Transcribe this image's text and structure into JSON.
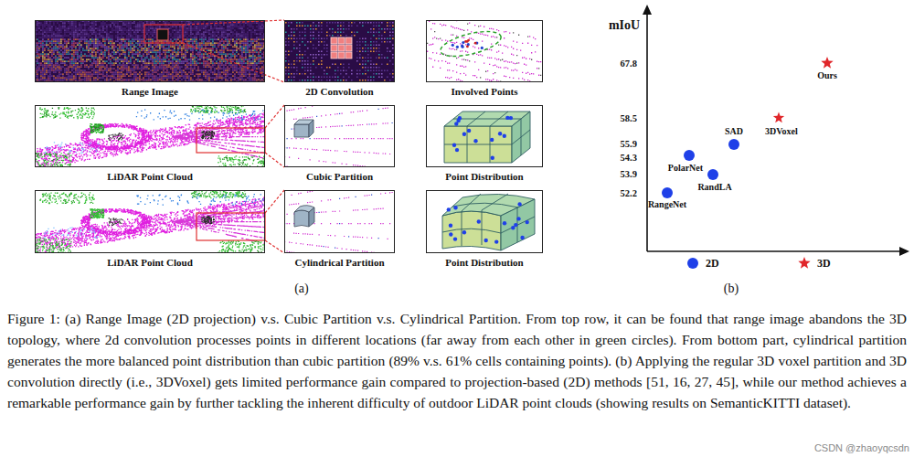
{
  "diagram": {
    "caption": "Figure 1: (a) Range Image (2D projection) v.s. Cubic Partition v.s. Cylindrical Partition. From top row, it can be found that range image abandons the 3D topology, where 2d convolution processes points in different locations (far away from each other in green circles). From bottom part, cylindrical partition generates the more balanced point distribution than cubic partition (89% v.s. 61% cells containing points). (b) Applying the regular 3D voxel partition and 3D convolution directly (i.e., 3DVoxel) gets limited performance gain compared to projection-based (2D) methods [51, 16, 27, 45], while our method achieves a remarkable performance gain by further tackling the inherent difficulty of outdoor LiDAR point clouds (showing results on SemanticKITTI dataset).",
    "nodes": [
      {
        "text": [
          "Range Image"
        ]
      },
      {
        "text": [
          "2D Convolution"
        ]
      },
      {
        "text": [
          "Involved Points"
        ]
      },
      {
        "text": [
          "LiDAR Point Cloud"
        ]
      },
      {
        "text": [
          "Cubic Partition"
        ]
      },
      {
        "text": [
          "Point Distribution"
        ]
      },
      {
        "text": [
          "LiDAR Point Cloud"
        ]
      },
      {
        "text": [
          "Cylindrical Partition"
        ]
      },
      {
        "text": [
          "Point Distribution"
        ]
      }
    ],
    "edges": [
      {
        "from": 0,
        "to": 1,
        "arrow": "none"
      },
      {
        "from": 3,
        "to": 4,
        "arrow": "none"
      },
      {
        "from": 6,
        "to": 7,
        "arrow": "none"
      }
    ],
    "labels": [
      "(a)",
      "mIoU",
      "67.8",
      "58.5",
      "55.9",
      "54.3",
      "53.9",
      "52.2",
      "Ours",
      "3DVoxel",
      "SAD",
      "PolarNet",
      "RandLA",
      "RangeNet",
      "(b)",
      "CSDN @zhaoyqcsdn"
    ],
    "legend": [
      {
        "text": "2D",
        "color": "#1f40e8"
      },
      {
        "text": "3D",
        "color": "#e0262a"
      }
    ]
  }
}
